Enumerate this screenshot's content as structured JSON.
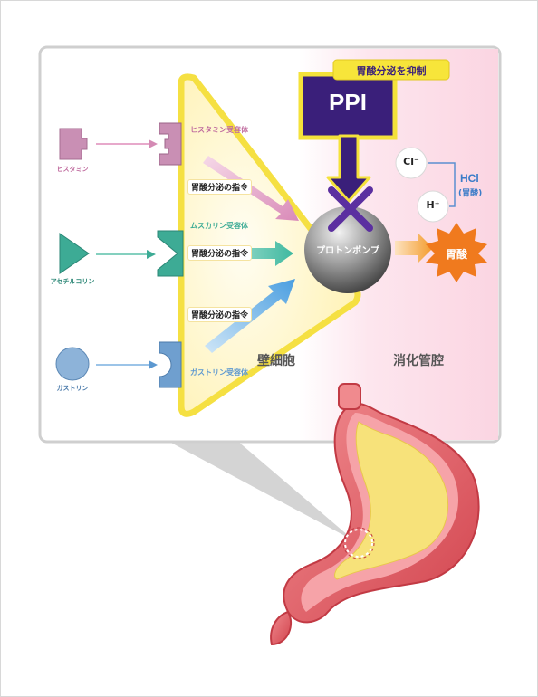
{
  "inhibit_label": "胃酸分泌を抑制",
  "ppi_label": "PPI",
  "proton_pump_label": "プロトンポンプ",
  "ion_cl": "Cl⁻",
  "ion_h": "H⁺",
  "hcl_label": "HCl",
  "hcl_sub": "(胃酸)",
  "gastric_acid_label": "胃酸",
  "parietal_cell_label": "壁細胞",
  "lumen_label": "消化管腔",
  "command_label": "胃酸分泌の指令",
  "ligands": [
    {
      "name": "ヒスタミン",
      "color": "#c98fb4"
    },
    {
      "name": "アセチルコリン",
      "color": "#3dab95"
    },
    {
      "name": "ガストリン",
      "color": "#6f9fcf"
    }
  ],
  "receptors": [
    {
      "name": "ヒスタミン受容体"
    },
    {
      "name": "ムスカリン受容体"
    },
    {
      "name": "ガストリン受容体"
    }
  ],
  "colors": {
    "ppi_box": "#3a1f7a",
    "ppi_border": "#f4e23a",
    "cross": "#5b2fa0",
    "acid_burst": "#f07a1e",
    "cell_fill": "#fff6c8",
    "cell_border": "#f5e042"
  }
}
